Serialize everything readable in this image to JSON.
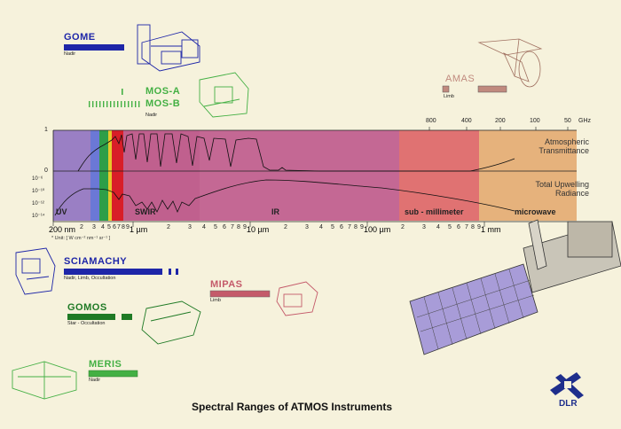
{
  "title": "Spectral Ranges of ATMOS Instruments",
  "logo": "DLR",
  "colors": {
    "uv": "#9a7fc4",
    "blue": "#6b78d6",
    "green": "#2e9e48",
    "yellow": "#e6c82a",
    "red": "#d81e28",
    "swir_ir": "#c06090",
    "submm": "#e07272",
    "microwave": "#e6b27c",
    "gome": "#1e26a8",
    "sciamachy": "#1e26a8",
    "mos": "#44b044",
    "gomos": "#1f7a25",
    "meris": "#44b044",
    "mipas": "#c45a6a",
    "amas": "#c08a7e"
  },
  "instruments": {
    "gome": {
      "name": "GOME",
      "mode": "Nadir"
    },
    "mos_a": {
      "name": "MOS-A"
    },
    "mos_b": {
      "name": "MOS-B",
      "mode": "Nadir"
    },
    "amas": {
      "name": "AMAS",
      "mode": "Limb"
    },
    "sciamachy": {
      "name": "SCIAMACHY",
      "mode": "Nadir, Limb, Occultation"
    },
    "mipas": {
      "name": "MIPAS",
      "mode": "Limb"
    },
    "gomos": {
      "name": "GOMOS",
      "mode": "Star - Occultation"
    },
    "meris": {
      "name": "MERIS",
      "mode": "Nadir"
    }
  },
  "chart": {
    "y_top_label": "1",
    "y_zero_label": "0",
    "y_rad_labels": [
      "10⁻⁶",
      "10⁻¹⁰",
      "10⁻¹²",
      "10⁻¹⁴"
    ],
    "unit_note": "* Unit: [ W cm⁻² nm⁻¹ sr⁻¹ ]",
    "ghz_label": "GHz",
    "ghz_ticks": [
      "800",
      "400",
      "200",
      "100",
      "50"
    ],
    "x_major_labels": [
      "200 nm",
      "1 µm",
      "10 µm",
      "100 µm",
      "1 mm"
    ],
    "minor_ticks": [
      "2",
      "3",
      "4",
      "5",
      "6",
      "7",
      "8",
      "9"
    ],
    "atm_label": [
      "Atmospheric",
      "Transmittance"
    ],
    "rad_label": [
      "Total Upwelling",
      "Radiance"
    ],
    "bands": {
      "uv": "UV",
      "swir": "SWIR",
      "ir": "IR",
      "submm": "sub - millimeter",
      "microwave": "microwave"
    }
  }
}
